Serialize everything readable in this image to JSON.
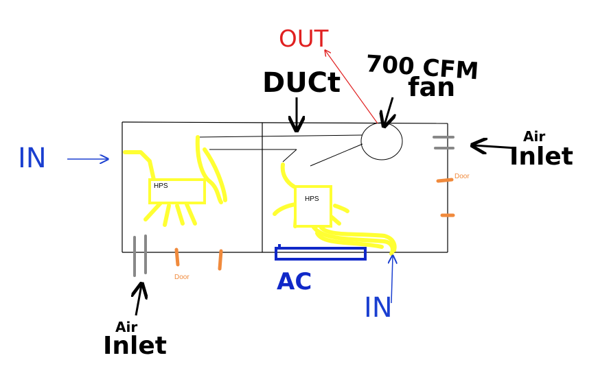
{
  "labels": {
    "out": "OUT",
    "fan": "700 CFM fan",
    "fan_line1": "700 CFM",
    "fan_line2": "fan",
    "duct": "DUCt",
    "in_left": "IN",
    "in_bottom": "IN",
    "air_inlet_right_1": "Air",
    "air_inlet_right_2": "Inlet",
    "air_inlet_left_1": "Air",
    "air_inlet_left_2": "Inlet",
    "door_right": "Door",
    "door_left": "Door",
    "hps_left": "HPS",
    "hps_right": "HPS",
    "ac": "AC"
  },
  "colors": {
    "walls": "#000000",
    "exhaust": "#e02020",
    "intake": "#1a3fd0",
    "ac_unit": "#1028c8",
    "light_reflector": "#ffff33",
    "door": "#f08a3c",
    "air_inlet": "#888888"
  }
}
